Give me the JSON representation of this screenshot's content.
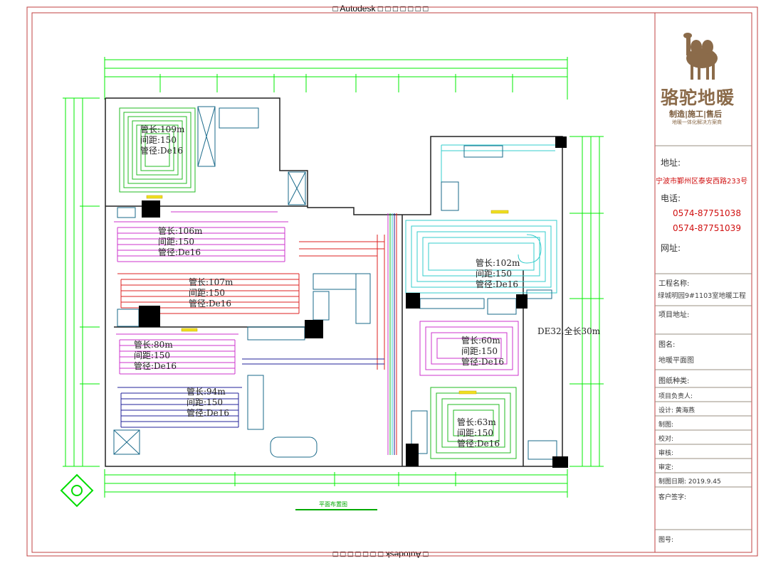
{
  "banner": {
    "top": "□ Autodesk □ □ □ □ □ □ □",
    "bottom": "□ Autodesk □ □ □ □ □ □ □"
  },
  "title_block": {
    "logo_text": "骆驼地暖",
    "logo_tagline": "制造|施工|售后",
    "logo_small": "地暖一体化解决方案商",
    "address_label": "地址:",
    "address_value": "宁波市鄞州区泰安西路233号",
    "phone_label": "电话:",
    "phone_1": "0574-87751038",
    "phone_2": "0574-87751039",
    "website_label": "网址:",
    "project_name_label": "工程名称:",
    "project_name_value": "绿城明园9#1103室地暖工程",
    "project_address_label": "项目地址:",
    "drawing_name_label": "图名:",
    "drawing_name_value": "地暖平面图",
    "drawing_type_label": "图纸种类:",
    "project_manager_label": "项目负责人:",
    "design_label": "设计: 黄海燕",
    "drawn_label": "制图:",
    "check_label": "校对:",
    "review_label": "审核:",
    "approve_label": "审定:",
    "date_label": "制图日期: 2019.9.45",
    "client_sign_label": "客户签字:",
    "drawing_no_label": "图号:"
  },
  "plan": {
    "scale_caption": "平面布置图",
    "main_pipe_note": "DE32,全长30m",
    "loops": [
      {
        "length": "管长:109m",
        "spacing": "间距:150",
        "diameter": "管径:De16"
      },
      {
        "length": "管长:106m",
        "spacing": "间距:150",
        "diameter": "管径:De16"
      },
      {
        "length": "管长:107m",
        "spacing": "间距:150",
        "diameter": "管径:De16"
      },
      {
        "length": "管长:80m",
        "spacing": "间距:150",
        "diameter": "管径:De16"
      },
      {
        "length": "管长:94m",
        "spacing": "间距:150",
        "diameter": "管径:De16"
      },
      {
        "length": "管长:102m",
        "spacing": "间距:150",
        "diameter": "管径:De16"
      },
      {
        "length": "管长:60m",
        "spacing": "间距:150",
        "diameter": "管径:De16"
      },
      {
        "length": "管长:63m",
        "spacing": "间距:150",
        "diameter": "管径:De16"
      }
    ]
  },
  "colors": {
    "green": "#22bb22",
    "magenta": "#cc33cc",
    "red": "#dd2222",
    "cyan": "#33cccc",
    "blue": "#222299",
    "dim": "#00ee00",
    "wall": "#222222",
    "border_red": "#c04040"
  }
}
